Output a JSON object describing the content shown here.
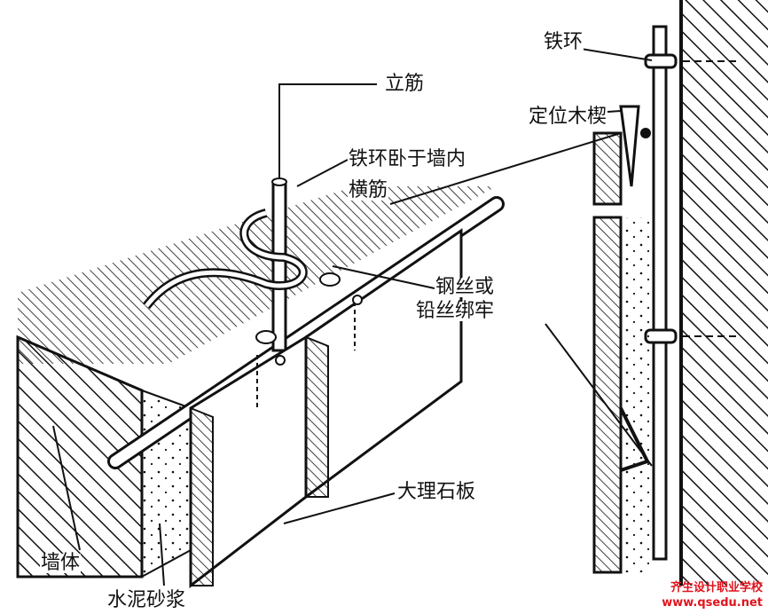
{
  "labels": {
    "iron_ring": "铁环",
    "vertical_bar": "立筋",
    "wood_wedge": "定位木楔",
    "ring_in_wall": "铁环卧于墙内",
    "horizontal_bar": "横筋",
    "wire_line1": "钢丝或",
    "wire_line2": "铅丝绑牢",
    "marble_slab": "大理石板",
    "wall": "墙体",
    "mortar": "水泥砂浆"
  },
  "watermark": {
    "name": "齐生设计职业学校",
    "url": "www.qsedu.net",
    "color": "#e0141e"
  }
}
